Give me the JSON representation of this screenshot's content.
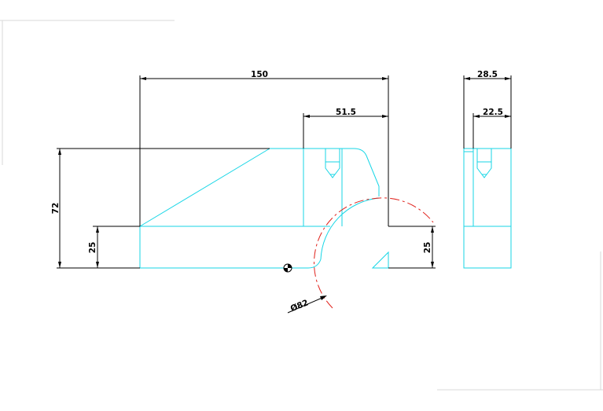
{
  "drawing": {
    "dimensions": {
      "overall_length": "150",
      "overall_height": "72",
      "slot_width": "51.5",
      "base_height_left": "25",
      "base_height_right": "25",
      "arc_diameter": "Ø82",
      "side_width": "28.5",
      "side_inner_width": "22.5"
    },
    "colors": {
      "part_outline": "#17d6e6",
      "center_line": "#e0201a",
      "dimension": "#000000"
    }
  }
}
